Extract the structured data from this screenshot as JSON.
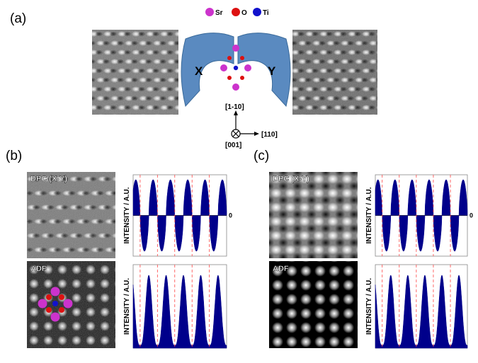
{
  "panels": {
    "a": {
      "label": "(a)"
    },
    "b": {
      "label": "(b)"
    },
    "c": {
      "label": "(c)"
    }
  },
  "legend": [
    {
      "symbol": "Sr",
      "color": "#cc33cc"
    },
    {
      "symbol": "O",
      "color": "#dd1111"
    },
    {
      "symbol": "Ti",
      "color": "#1111cc"
    }
  ],
  "detector": {
    "left": "X",
    "right": "Y",
    "color": "#5a8ac0"
  },
  "axes": {
    "up": "[1-10]",
    "up_overbar_digit": "1",
    "right": "[110]",
    "down": "[001]"
  },
  "image_labels": {
    "dpc": "DPC (X-Y)",
    "adf": "ADF"
  },
  "profile": {
    "ylabel": "INTENSITY / A.U.",
    "zero_label": "0",
    "fill_color": "#00008b",
    "marker_color": "#ff4444"
  }
}
